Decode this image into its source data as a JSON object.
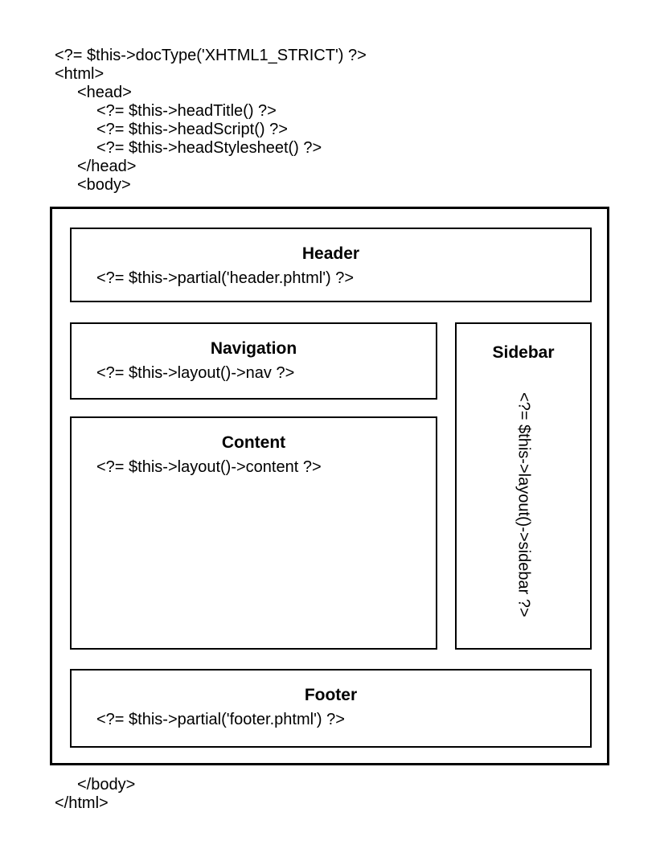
{
  "colors": {
    "background": "#ffffff",
    "text": "#000000",
    "border": "#000000"
  },
  "top_code": {
    "lines": [
      "<?= $this->docType('XHTML1_STRICT') ?>",
      "<html>",
      "<head>",
      "<?= $this->headTitle() ?>",
      "<?= $this->headScript() ?>",
      "<?= $this->headStylesheet() ?>",
      "</head>",
      "<body>"
    ]
  },
  "layout_diagram": {
    "header": {
      "title": "Header",
      "code": "<?= $this->partial('header.phtml') ?>"
    },
    "navigation": {
      "title": "Navigation",
      "code": "<?= $this->layout()->nav ?>"
    },
    "content": {
      "title": "Content",
      "code": "<?= $this->layout()->content ?>"
    },
    "sidebar": {
      "title": "Sidebar",
      "code": "<?= $this->layout()->sidebar ?>"
    },
    "footer": {
      "title": "Footer",
      "code": "<?= $this->partial('footer.phtml') ?>"
    }
  },
  "bottom_code": {
    "lines": [
      "</body>",
      "</html>"
    ]
  }
}
